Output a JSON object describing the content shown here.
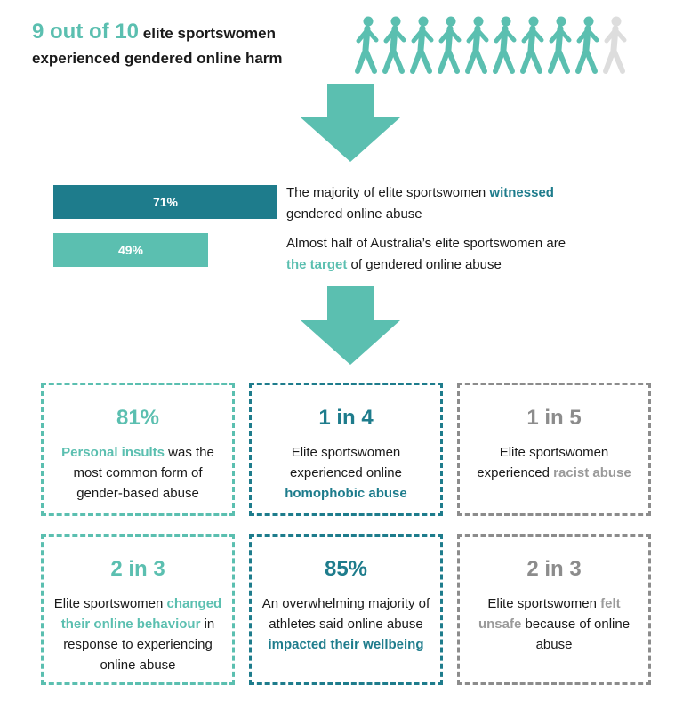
{
  "headline": {
    "highlight": "9 out of 10",
    "rest_line1": "elite sportswomen",
    "rest_line2": "experienced gendered online harm",
    "highlight_color": "#5bbfb0"
  },
  "walkers": {
    "total": 10,
    "filled": 9,
    "filled_color": "#5bbfb0",
    "empty_color": "#dddddd",
    "icon": "walking-person-icon"
  },
  "arrows": {
    "color": "#5bbfb0",
    "icon": "down-arrow-icon"
  },
  "bars": [
    {
      "value": 71,
      "label": "71%",
      "color": "#1e7c8c",
      "text_pre": "The majority of elite sportswomen ",
      "text_hl": "witnessed",
      "text_post": "gendered online abuse"
    },
    {
      "value": 49,
      "label": "49%",
      "color": "#5bbfb0",
      "text_pre": "Almost half of Australia’s elite sportswomen are",
      "text_hl": "the target",
      "text_post": " of gendered online abuse"
    }
  ],
  "boxes": [
    {
      "stat": "81%",
      "hl": "Personal insults",
      "post": " was the most common form of gender-based abuse"
    },
    {
      "stat": "1 in 4",
      "pre": "Elite sportswomen experienced online ",
      "hl": "homophobic abuse"
    },
    {
      "stat": "1 in 5",
      "pre": "Elite sportswomen experienced ",
      "hl": "racist abuse"
    },
    {
      "stat": "2 in 3",
      "pre": "Elite sportswomen ",
      "hl": "changed their online behaviour",
      "post": " in response to experiencing online abuse"
    },
    {
      "stat": "85%",
      "pre": "An overwhelming majority of athletes said online abuse ",
      "hl": "impacted their wellbeing"
    },
    {
      "stat": "2 in 3",
      "pre": "Elite sportswomen ",
      "hl": "felt unsafe",
      "post": " because of online abuse"
    }
  ],
  "colors": {
    "teal_light": "#5bbfb0",
    "teal_dark": "#1e7c8c",
    "grey": "#8c8c8c"
  }
}
